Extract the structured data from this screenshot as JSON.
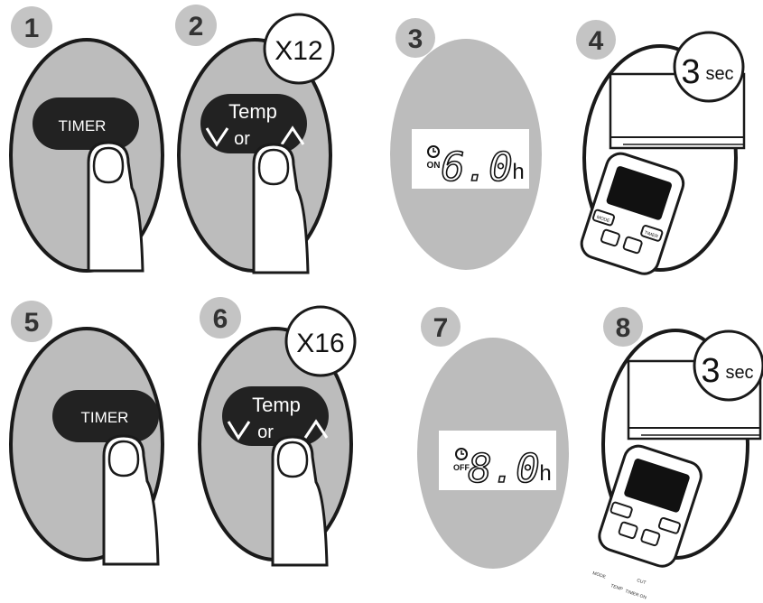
{
  "steps": [
    {
      "number": "1",
      "button_label": "TIMER"
    },
    {
      "number": "2",
      "button_label_top": "Temp",
      "button_label_mid": "or",
      "repeat_badge": "X12"
    },
    {
      "number": "3",
      "timer_icon_text": "ON",
      "display_value": "6.0",
      "display_unit": "h"
    },
    {
      "number": "4",
      "hold_badge_big": "3",
      "hold_badge_small": "sec",
      "remote_left_button": "MODE",
      "remote_right_button": "TIMER"
    },
    {
      "number": "5",
      "button_label": "TIMER"
    },
    {
      "number": "6",
      "button_label_top": "Temp",
      "button_label_mid": "or",
      "repeat_badge": "X16"
    },
    {
      "number": "7",
      "timer_icon_text": "OFF",
      "display_value": "8.0",
      "display_unit": "h"
    },
    {
      "number": "8",
      "hold_badge_big": "3",
      "hold_badge_small": "sec"
    }
  ],
  "footer_remote_labels": [
    "MODE",
    "TEMP",
    "CUT",
    "TIMER ON"
  ],
  "colors": {
    "panel_fill": "#bcbcbc",
    "outline": "#1a1a1a",
    "button_fill": "#222222",
    "step_circle": "#c4c4c4",
    "lcd_fill": "#ffffff"
  }
}
